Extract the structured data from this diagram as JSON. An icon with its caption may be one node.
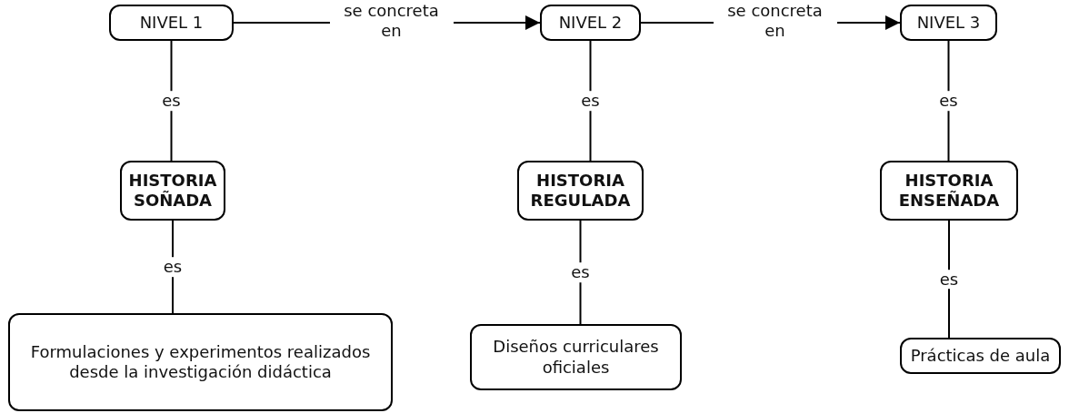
{
  "diagram": {
    "nodes": [
      {
        "text": [
          "NIVEL 1"
        ]
      },
      {
        "text": [
          "NIVEL 2"
        ]
      },
      {
        "text": [
          "NIVEL 3"
        ]
      },
      {
        "text": [
          "HISTORIA SOÑADA"
        ]
      },
      {
        "text": [
          "HISTORIA REGULADA"
        ]
      },
      {
        "text": [
          "HISTORIA ENSEÑADA"
        ]
      },
      {
        "text": [
          "Formulaciones y experimentos realizados desde la investigación didáctica"
        ]
      },
      {
        "text": [
          "Diseños curriculares oficiales"
        ]
      },
      {
        "text": [
          "Prácticas de aula"
        ]
      }
    ],
    "edges": [
      {
        "from": 0,
        "to": 1,
        "arrow": "to",
        "label": "se concreta en"
      },
      {
        "from": 1,
        "to": 2,
        "arrow": "to",
        "label": "se concreta en"
      },
      {
        "from": 0,
        "to": 3,
        "arrow": "none",
        "label": "es"
      },
      {
        "from": 1,
        "to": 4,
        "arrow": "none",
        "label": "es"
      },
      {
        "from": 2,
        "to": 5,
        "arrow": "none",
        "label": "es"
      },
      {
        "from": 3,
        "to": 6,
        "arrow": "none",
        "label": "es"
      },
      {
        "from": 4,
        "to": 7,
        "arrow": "none",
        "label": "es"
      },
      {
        "from": 5,
        "to": 8,
        "arrow": "none",
        "label": "es"
      }
    ]
  }
}
